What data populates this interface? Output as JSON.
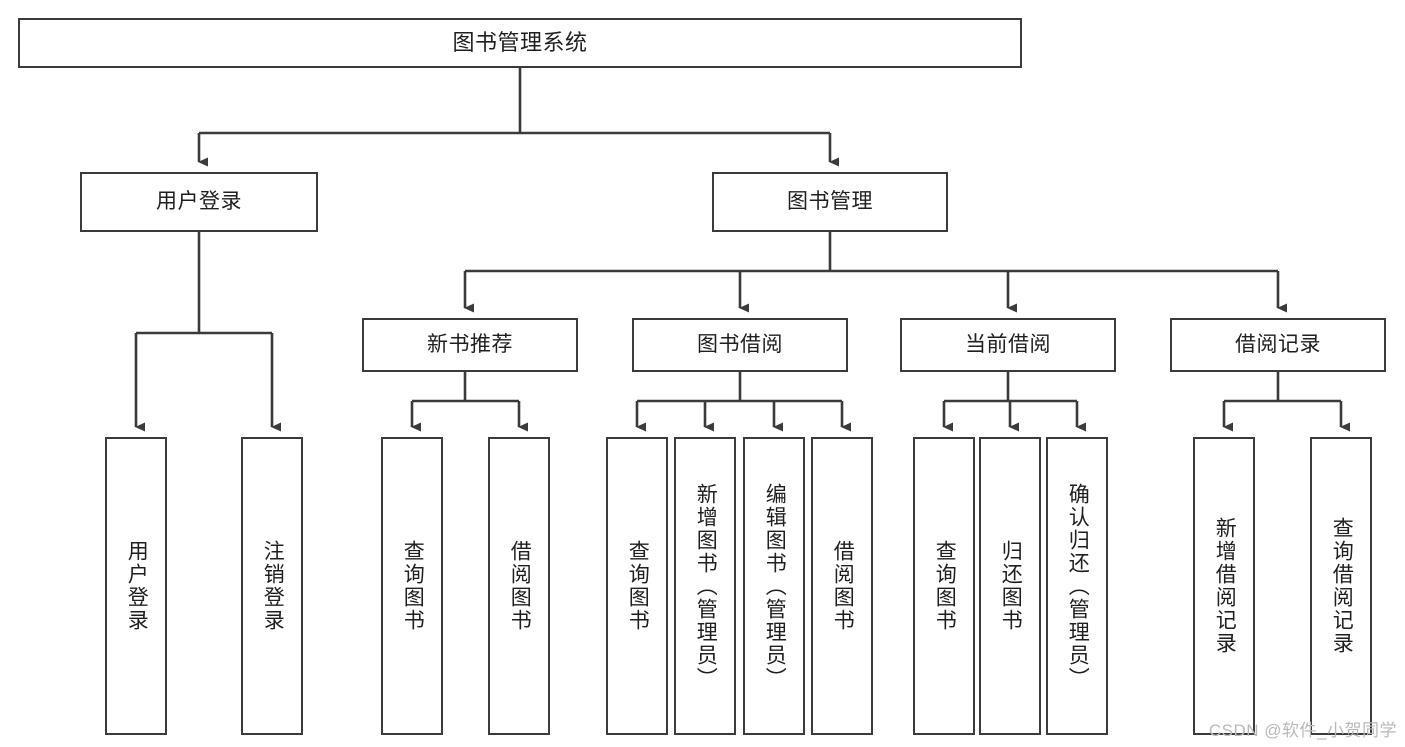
{
  "diagram": {
    "title": "图书管理系统",
    "watermark": "CSDN @软件_小贺同学",
    "accent_color": "#3b3b3b",
    "background_color": "#ffffff",
    "nodes": {
      "root": {
        "label": "图书管理系统"
      },
      "tier2": [
        {
          "label": "用户登录"
        },
        {
          "label": "图书管理"
        }
      ],
      "tier3": [
        {
          "label": "新书推荐"
        },
        {
          "label": "图书借阅"
        },
        {
          "label": "当前借阅"
        },
        {
          "label": "借阅记录"
        }
      ],
      "leaves": {
        "user_login": [
          {
            "label": "用户登录"
          },
          {
            "label": "注销登录"
          }
        ],
        "new_book": [
          {
            "label": "查询图书"
          },
          {
            "label": "借阅图书"
          }
        ],
        "borrow_book": [
          {
            "label": "查询图书"
          },
          {
            "label": "新增图书（管理员）"
          },
          {
            "label": "编辑图书（管理员）"
          },
          {
            "label": "借阅图书"
          }
        ],
        "current_borrow": [
          {
            "label": "查询图书"
          },
          {
            "label": "归还图书"
          },
          {
            "label": "确认归还（管理员）"
          }
        ],
        "borrow_record": [
          {
            "label": "新增借阅记录"
          },
          {
            "label": "查询借阅记录"
          }
        ]
      }
    }
  }
}
